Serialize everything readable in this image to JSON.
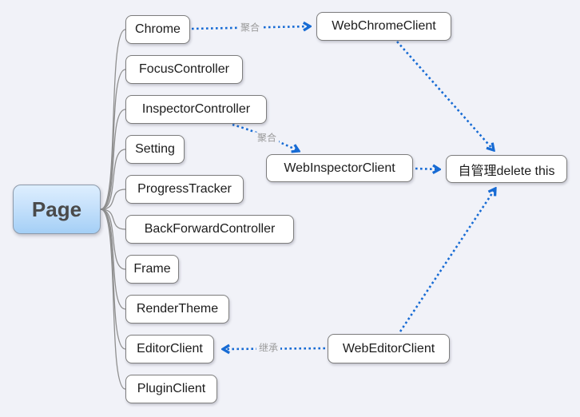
{
  "diagram": {
    "root": {
      "label": "Page"
    },
    "children": [
      {
        "label": "Chrome"
      },
      {
        "label": "FocusController"
      },
      {
        "label": "InspectorController"
      },
      {
        "label": "Setting"
      },
      {
        "label": "ProgressTracker"
      },
      {
        "label": "BackForwardController"
      },
      {
        "label": "Frame"
      },
      {
        "label": "RenderTheme"
      },
      {
        "label": "EditorClient"
      },
      {
        "label": "PluginClient"
      }
    ],
    "floating": [
      {
        "label": "WebChromeClient"
      },
      {
        "label": "WebInspectorClient"
      },
      {
        "label": "自管理delete this"
      },
      {
        "label": "WebEditorClient"
      }
    ],
    "relationships": [
      {
        "label": "聚合",
        "from": "Chrome",
        "to": "WebChromeClient"
      },
      {
        "label": "聚合",
        "from": "InspectorController",
        "to": "WebInspectorClient"
      },
      {
        "label": "",
        "from": "WebInspectorClient",
        "to": "自管理delete this"
      },
      {
        "label": "",
        "from": "WebChromeClient",
        "to": "自管理delete this"
      },
      {
        "label": "",
        "from": "WebEditorClient",
        "to": "自管理delete this"
      },
      {
        "label": "继承",
        "from": "WebEditorClient",
        "to": "EditorClient"
      }
    ],
    "colors": {
      "background": "#f1f2f8",
      "relationship_blue": "#176bd4",
      "branch_gray": "#8f8f8f",
      "topic_border": "#7d7d7d",
      "topic_fill": "#ffffff",
      "root_fill_top": "#ddeefe",
      "root_fill_bottom": "#a4cff6",
      "root_text": "#4a4a4a",
      "relationship_label_gray": "#9a9a9a"
    }
  }
}
